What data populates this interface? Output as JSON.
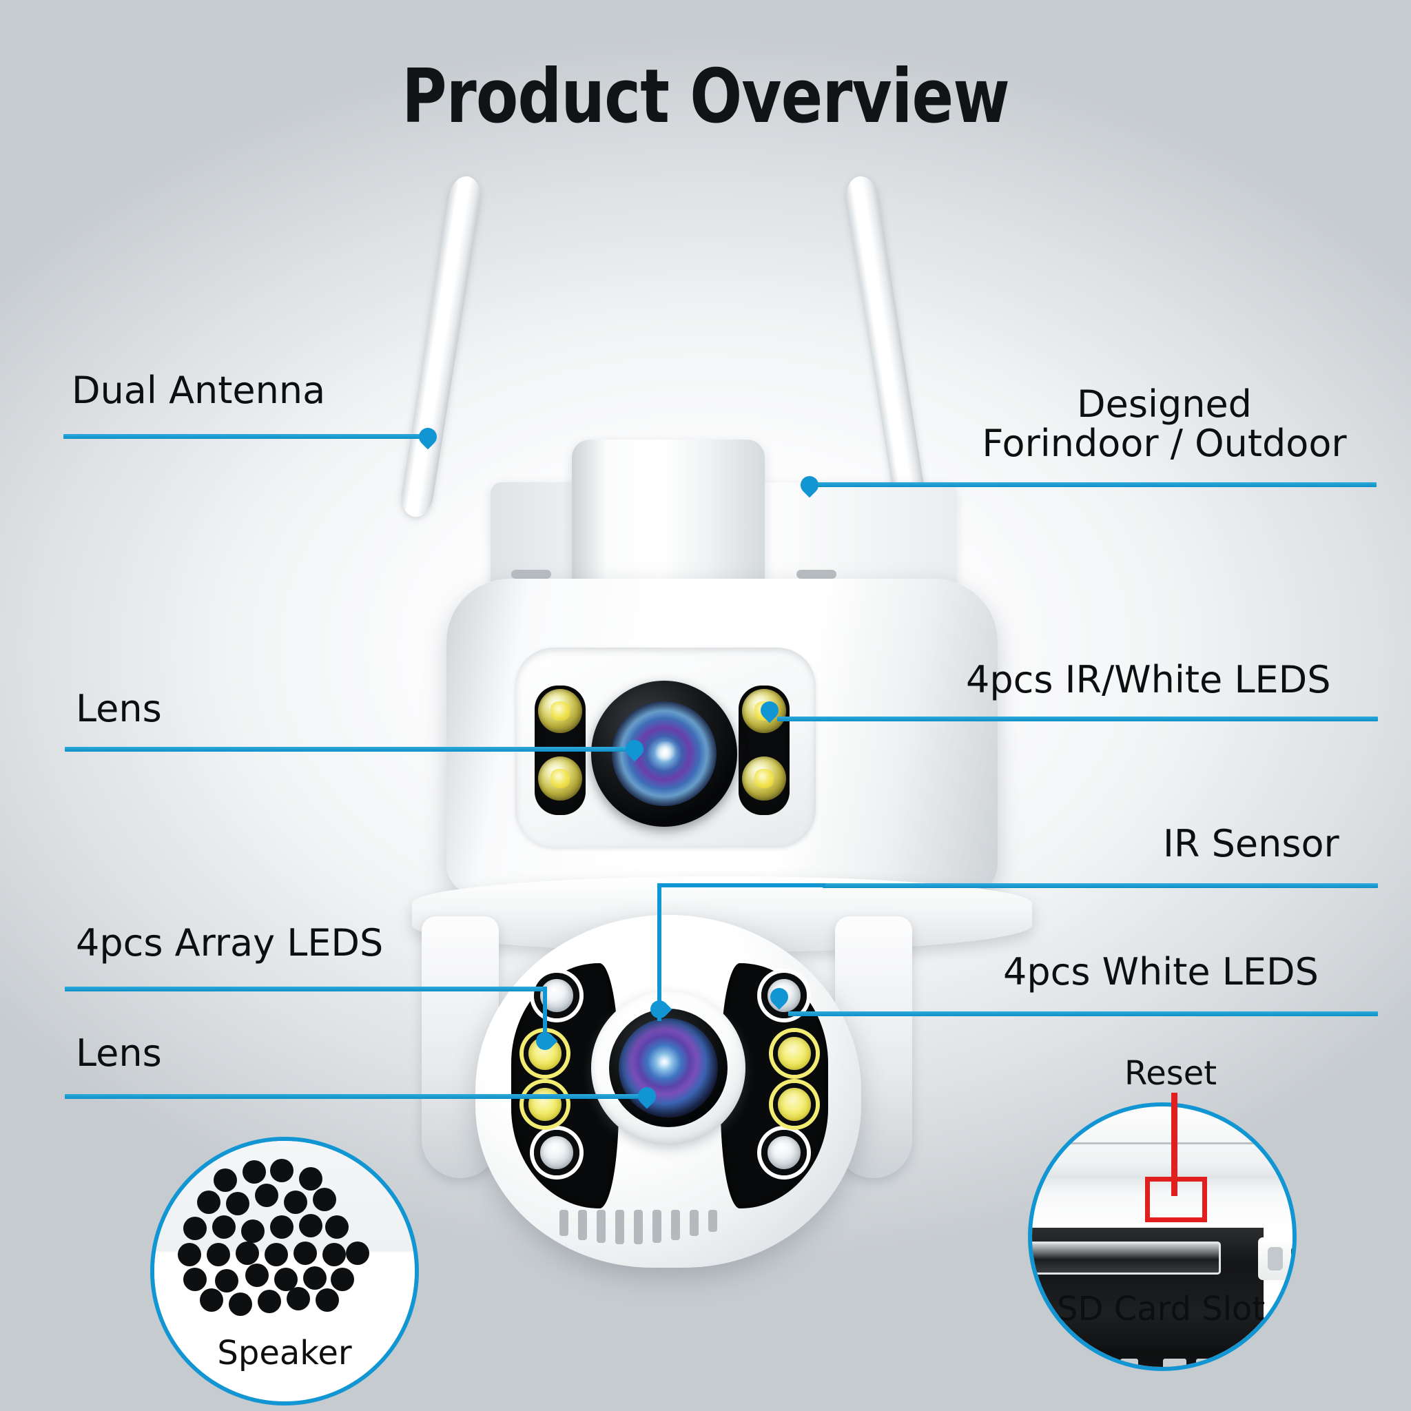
{
  "page": {
    "title": "Product Overview",
    "accent_color": "#1296d3",
    "reset_marker_color": "#e11f1f",
    "background_top": "#9fa5a9",
    "background_center": "#ffffff"
  },
  "callouts": [
    {
      "id": "dual-antenna",
      "label": "Dual Antenna"
    },
    {
      "id": "designed-for",
      "line1": "Designed",
      "line2": "Forindoor / Outdoor"
    },
    {
      "id": "lens-upper",
      "label": "Lens"
    },
    {
      "id": "ir-white-leds",
      "label": "4pcs IR/White LEDS"
    },
    {
      "id": "ir-sensor",
      "label": "IR Sensor"
    },
    {
      "id": "array-leds",
      "label": "4pcs Array LEDS"
    },
    {
      "id": "white-leds",
      "label": "4pcs White LEDS"
    },
    {
      "id": "lens-lower",
      "label": "Lens"
    }
  ],
  "detail_circles": [
    {
      "id": "speaker",
      "caption": "Speaker"
    },
    {
      "id": "sd-card-slot",
      "caption": "SD Card Slot",
      "marker_label": "Reset"
    }
  ]
}
